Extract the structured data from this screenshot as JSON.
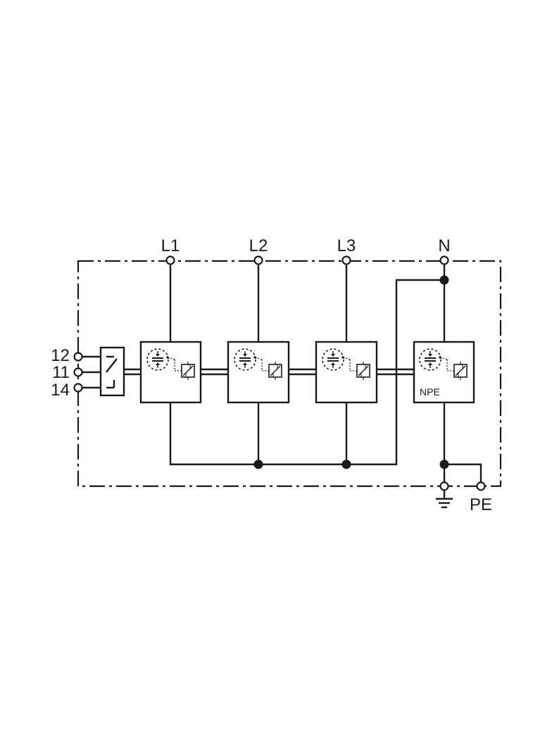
{
  "terminals": {
    "l1": "L1",
    "l2": "L2",
    "l3": "L3",
    "n": "N",
    "pe": "PE",
    "aux_12": "12",
    "aux_11": "11",
    "aux_14": "14"
  },
  "modules": [
    {
      "id": "l1-module",
      "label": ""
    },
    {
      "id": "l2-module",
      "label": ""
    },
    {
      "id": "l3-module",
      "label": ""
    },
    {
      "id": "npe-module",
      "label": "NPE"
    }
  ],
  "icons": {
    "earth": "ground-icon",
    "switch": "changeover-contact-icon",
    "varistor": "varistor-icon",
    "thermal_disconnector": "thermal-disconnector-icon"
  },
  "colors": {
    "line": "#1a1a1a",
    "background": "#ffffff"
  }
}
